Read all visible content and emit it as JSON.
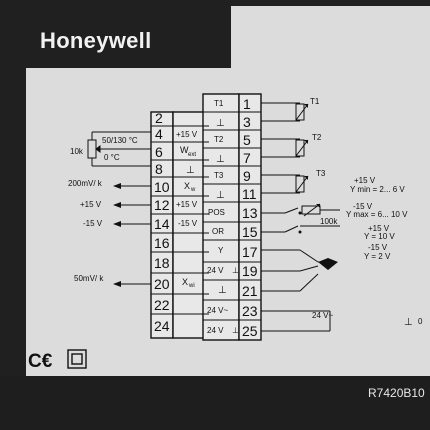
{
  "brand": "Honeywell",
  "model": "R7420B10",
  "terminals_left": [
    "2",
    "4",
    "6",
    "8",
    "10",
    "12",
    "14",
    "16",
    "18",
    "20",
    "22",
    "24"
  ],
  "terminals_right": [
    "1",
    "3",
    "5",
    "7",
    "9",
    "11",
    "13",
    "15",
    "17",
    "19",
    "21",
    "23",
    "25"
  ],
  "inner_labels_left": {
    "t4": "+15 V",
    "t6_main": "W",
    "t6_sub": "ext",
    "t10_main": "X",
    "t10_sub": "w",
    "t12": "+15 V",
    "t14": "-15 V",
    "t20_main": "X",
    "t20_sub": "wi"
  },
  "inner_labels_right": {
    "t1": "T1",
    "t5": "T2",
    "t9": "T3",
    "t13": "POS",
    "t15": "OR",
    "t17": "Y",
    "t19": "24 V",
    "t23": "24 V~",
    "t25": "24 V"
  },
  "external_left": {
    "range": "50/130 °C",
    "zero": "0 °C",
    "pot": "10k",
    "sig200": "200mV/ k",
    "p15": "+15 V",
    "m15": "-15 V",
    "sig50": "50mV/ k"
  },
  "external_right": {
    "t1": "T1",
    "t2": "T2",
    "t3": "T3",
    "r100k": "100k",
    "p15a": "+15 V",
    "ymin": "Y min = 2... 6 V",
    "m15a": "-15 V",
    "ymax": "Y max = 6... 10 V",
    "p15b": "+15 V",
    "y10": "Y = 10 V",
    "m15b": "-15 V",
    "y2": "Y = 2 V",
    "v24": "24 V~",
    "zero": "0"
  },
  "marks": [
    "CE",
    "double-insulation-square"
  ]
}
